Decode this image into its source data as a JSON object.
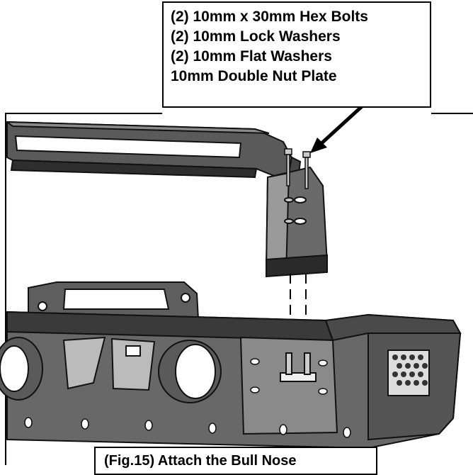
{
  "figure": {
    "parts_callout": {
      "lines": [
        "(2) 10mm x 30mm Hex Bolts",
        "(2) 10mm Lock Washers",
        "(2) 10mm Flat Washers",
        "10mm Double Nut Plate"
      ]
    },
    "caption": "(Fig.15) Attach the Bull Nose"
  }
}
